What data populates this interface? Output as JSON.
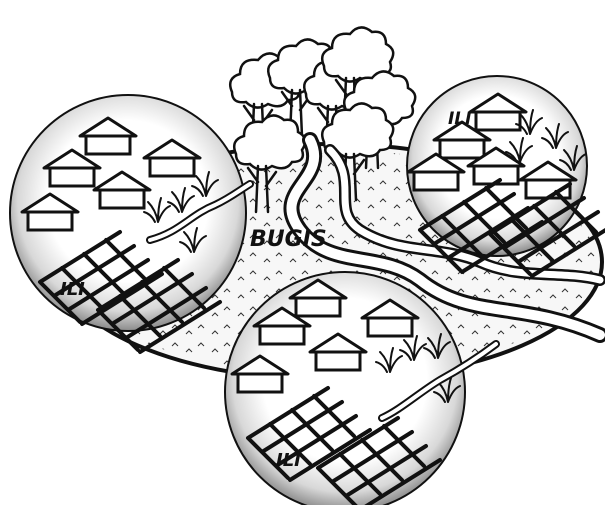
{
  "labels": {
    "center": "BUGIS",
    "left": "ILI",
    "right": "ILI",
    "bottom": "ILI"
  },
  "colors": {
    "ink": "#111111",
    "ground": "#f4f4f4",
    "circle_light": "#ffffff",
    "circle_dark": "#8a8a8a"
  },
  "icons": {
    "house": "house-icon",
    "tree": "tree-icon",
    "grass": "grass-tuft-icon",
    "field": "rice-field-grid-icon",
    "river": "river-icon"
  }
}
